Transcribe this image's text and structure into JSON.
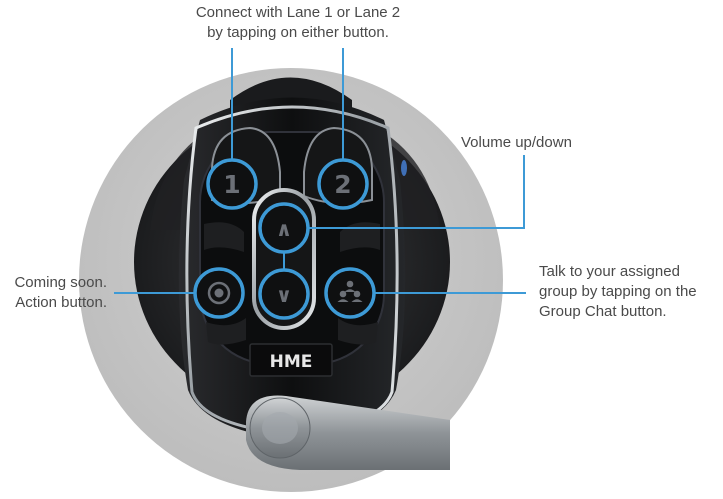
{
  "callouts": {
    "lanes": {
      "line1": "Connect with Lane 1 or Lane 2",
      "line2": "by tapping on either button."
    },
    "volume": {
      "line1": "Volume up/down"
    },
    "action": {
      "line1": "Coming soon.",
      "line2": "Action button."
    },
    "group": {
      "line1": "Talk to your assigned",
      "line2": "group by tapping on the",
      "line3": "Group Chat button."
    }
  },
  "device": {
    "brand": "HME",
    "buttons": {
      "lane1": "1",
      "lane2": "2",
      "volume_up": "∧",
      "volume_down": "∨"
    },
    "icons": {
      "action": "action-target-icon",
      "group_chat": "group-chat-icon"
    }
  },
  "colors": {
    "callout_line": "#3d9ad6",
    "callout_text": "#4a4a4a",
    "backdrop_circle": "#c6c6c6",
    "device_body": "#141416",
    "chrome": "#c9cdd1"
  }
}
